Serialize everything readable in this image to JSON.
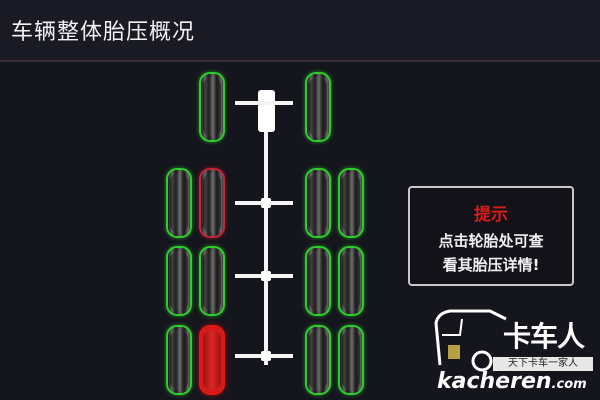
{
  "header": {
    "title": "车辆整体胎压概况"
  },
  "vehicle": {
    "axles": [
      {
        "name": "front-axle",
        "tires": [
          {
            "position": "left",
            "status": "normal"
          },
          {
            "position": "right",
            "status": "normal"
          }
        ]
      },
      {
        "name": "axle-2",
        "tires": [
          {
            "position": "left-outer",
            "status": "normal"
          },
          {
            "position": "left-inner",
            "status": "warning"
          },
          {
            "position": "right-inner",
            "status": "normal"
          },
          {
            "position": "right-outer",
            "status": "normal"
          }
        ]
      },
      {
        "name": "axle-3",
        "tires": [
          {
            "position": "left-outer",
            "status": "normal"
          },
          {
            "position": "left-inner",
            "status": "normal"
          },
          {
            "position": "right-inner",
            "status": "normal"
          },
          {
            "position": "right-outer",
            "status": "normal"
          }
        ]
      },
      {
        "name": "axle-4",
        "tires": [
          {
            "position": "left-outer",
            "status": "normal"
          },
          {
            "position": "left-inner",
            "status": "alarm"
          },
          {
            "position": "right-inner",
            "status": "normal"
          },
          {
            "position": "right-outer",
            "status": "normal"
          }
        ]
      }
    ],
    "colors": {
      "normal": "#2ecc2e",
      "warning": "#c0283a",
      "alarm": "#d41a1a"
    }
  },
  "tip": {
    "title": "提示",
    "line1": "点击轮胎处可查",
    "line2": "看其胎压详情!"
  },
  "watermark": {
    "brand": "卡车人",
    "slogan": "天下卡车一家人",
    "url_main": "kacheren",
    "url_suffix": ".com"
  }
}
